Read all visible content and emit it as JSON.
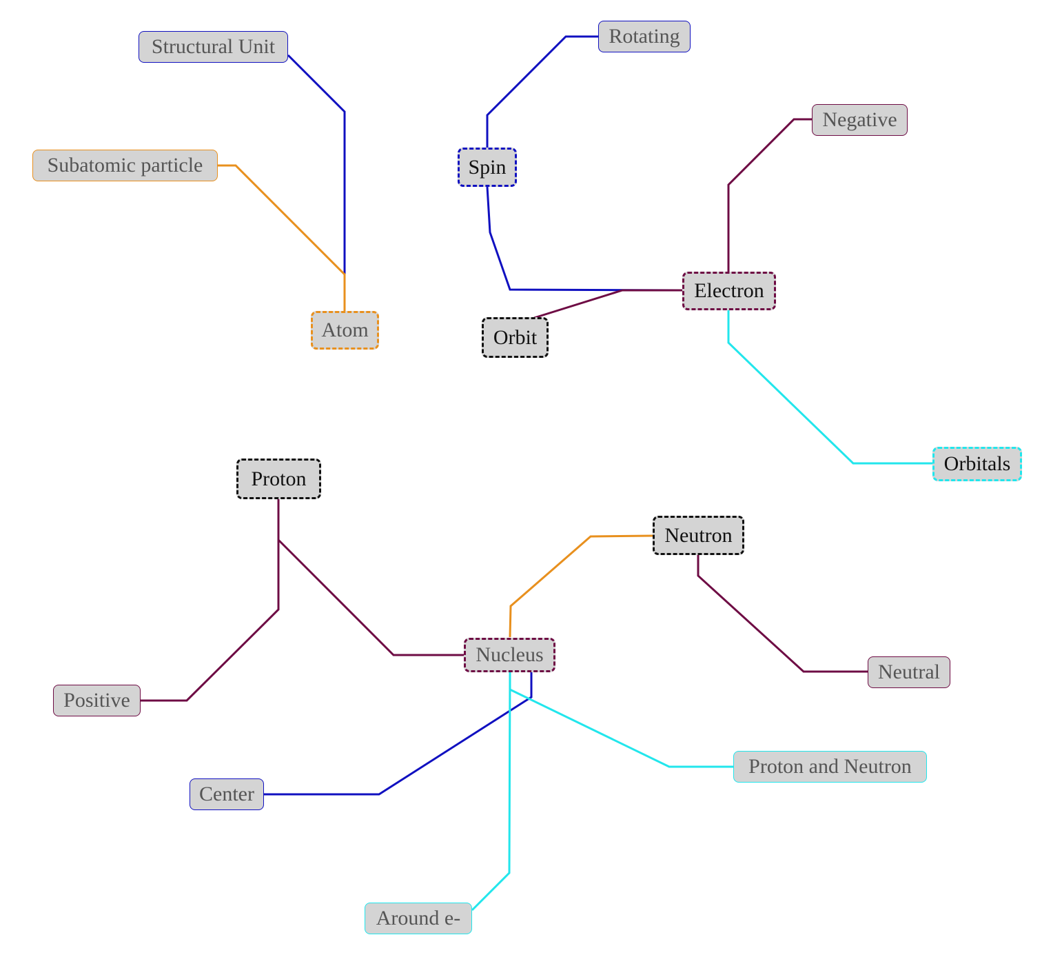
{
  "colors": {
    "blue": "#1010c0",
    "orange": "#e8901e",
    "maroon": "#6e0c44",
    "cyan": "#22e6ec",
    "black": "#111111",
    "node_fill": "#d4d4d4"
  },
  "nodes": {
    "structural_unit": "Structural Unit",
    "subatomic_particle": "Subatomic particle",
    "atom": "Atom",
    "rotating": "Rotating",
    "spin": "Spin",
    "negative": "Negative",
    "electron": "Electron",
    "orbit": "Orbit",
    "orbitals": "Orbitals",
    "proton": "Proton",
    "neutron": "Neutron",
    "nucleus": "Nucleus",
    "neutral": "Neutral",
    "positive": "Positive",
    "proton_and_neutron": "Proton and Neutron",
    "center": "Center",
    "around_e": "Around e-"
  },
  "edges": [
    {
      "from": "Atom",
      "to": "Structural Unit",
      "color": "blue"
    },
    {
      "from": "Atom",
      "to": "Subatomic particle",
      "color": "orange"
    },
    {
      "from": "Spin",
      "to": "Rotating",
      "color": "blue"
    },
    {
      "from": "Electron",
      "to": "Spin",
      "color": "blue"
    },
    {
      "from": "Electron",
      "to": "Negative",
      "color": "maroon"
    },
    {
      "from": "Electron",
      "to": "Orbit",
      "color": "maroon"
    },
    {
      "from": "Electron",
      "to": "Orbitals",
      "color": "cyan"
    },
    {
      "from": "Proton",
      "to": "Positive",
      "color": "maroon"
    },
    {
      "from": "Nucleus",
      "to": "Proton",
      "color": "maroon"
    },
    {
      "from": "Nucleus",
      "to": "Neutron",
      "color": "orange"
    },
    {
      "from": "Neutron",
      "to": "Neutral",
      "color": "maroon"
    },
    {
      "from": "Nucleus",
      "to": "Center",
      "color": "blue"
    },
    {
      "from": "Nucleus",
      "to": "Proton and Neutron",
      "color": "cyan"
    },
    {
      "from": "Nucleus",
      "to": "Around e-",
      "color": "cyan"
    }
  ]
}
